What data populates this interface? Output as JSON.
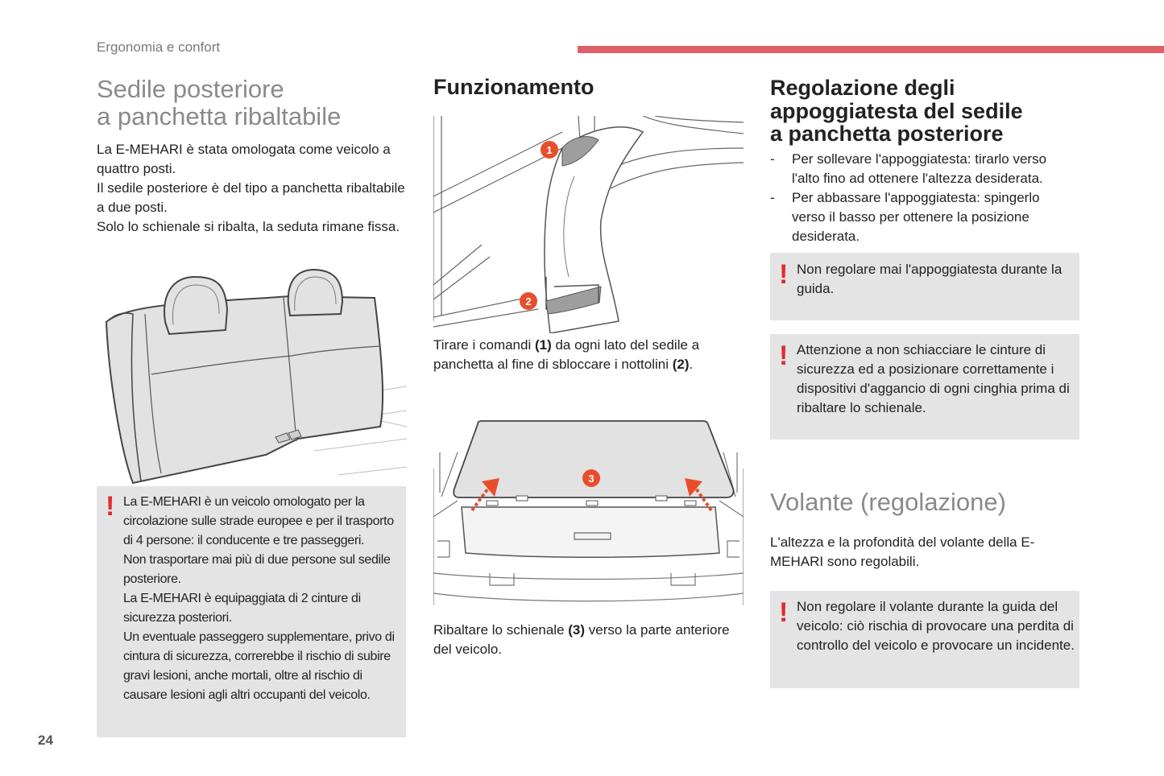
{
  "header": {
    "section": "Ergonomia e confort"
  },
  "left": {
    "title_lines": [
      "Sedile posteriore",
      "a panchetta ribaltabile"
    ],
    "paragraphs": [
      "La E-MEHARI è stata omologata come veicolo a quattro posti.",
      "Il sedile posteriore è del tipo a panchetta ribaltabile a due posti.",
      "Solo lo schienale si ribalta, la seduta rimane fissa."
    ],
    "warning": {
      "paragraphs": [
        "La E-MEHARI è un veicolo omologato per la circolazione sulle strade europee e per il trasporto di 4 persone: il conducente e tre passeggeri.",
        "Non trasportare mai più di due persone sul sedile posteriore.",
        "La E-MEHARI è equipaggiata di 2 cinture di sicurezza posteriori.",
        "Un eventuale passeggero supplementare, privo di cintura di sicurezza, correrebbe il rischio di subire gravi lesioni, anche mortali, oltre al rischio di causare lesioni agli altri occupanti del veicolo."
      ]
    }
  },
  "middle": {
    "title": "Funzionamento",
    "figure1_callouts": [
      "1",
      "2"
    ],
    "caption1": {
      "a": "Tirare i comandi ",
      "b1": "(1)",
      "c": " da ogni lato del sedile a panchetta al fine di sbloccare i nottolini ",
      "b2": "(2)",
      "d": "."
    },
    "figure2_callouts": [
      "3"
    ],
    "caption2": {
      "a": "Ribaltare lo schienale ",
      "b": "(3)",
      "c": " verso la parte anteriore del veicolo."
    }
  },
  "right": {
    "title_lines": [
      "Regolazione degli",
      "appoggiatesta del sedile",
      "a panchetta posteriore"
    ],
    "list": [
      "Per sollevare l'appoggiatesta: tirarlo verso l'alto fino ad ottenere l'altezza desiderata.",
      "Per abbassare l'appoggiatesta: spingerlo verso il basso per ottenere la posizione desiderata."
    ],
    "list_dash": "-",
    "warning1": "Non regolare mai l'appoggiatesta durante la guida.",
    "warning2": "Attenzione a non schiacciare le cinture di sicurezza ed a posizionare correttamente i dispositivi d'aggancio di ogni cinghia prima di ribaltare lo schienale.",
    "title2": "Volante (regolazione)",
    "paragraph2": "L'altezza e la profondità del volante della E-MEHARI sono regolabili.",
    "warning3": "Non regolare il volante durante la guida del veicolo: ciò rischia di provocare una perdita di controllo del veicolo e provocare un incidente."
  },
  "warning_mark": "!",
  "footer": {
    "page_number": "24"
  },
  "colors": {
    "accent_bar": "#e0606a",
    "warning_mark": "#e02c2c",
    "callout": "#e84e2c",
    "warning_box": "#e4e4e5",
    "seat_fill": "#e2e2e2"
  }
}
